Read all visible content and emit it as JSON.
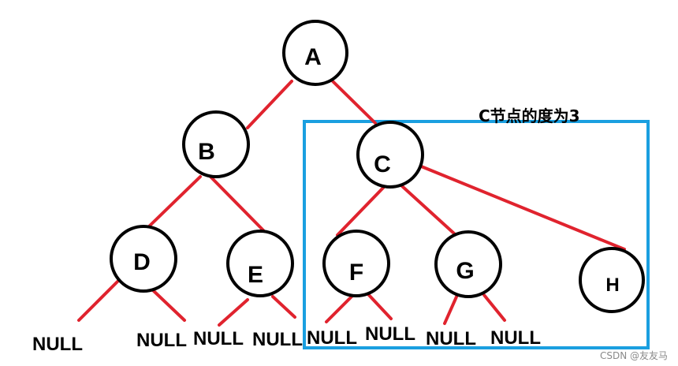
{
  "diagram": {
    "nodes": {
      "A": "A",
      "B": "B",
      "C": "C",
      "D": "D",
      "E": "E",
      "F": "F",
      "G": "G",
      "H": "H"
    },
    "null_label": "NULL",
    "annotation": "C节点的度为3",
    "watermark": "CSDN @友友马",
    "colors": {
      "edge": "#e0232e",
      "node_stroke": "#000000",
      "node_fill": "#ffffff",
      "highlight_box": "#1a9fe0",
      "text": "#000000"
    }
  }
}
